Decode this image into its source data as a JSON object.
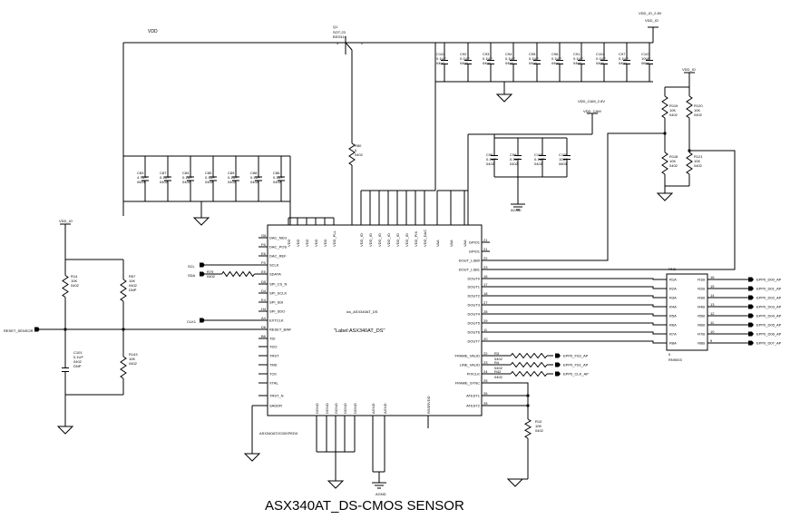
{
  "title": "ASX340AT_DS-CMOS SENSOR",
  "nets": {
    "vdd": "VDD",
    "vdd_io": "VDD_IO",
    "vdd_io_28": "VDD_IO_2.8V",
    "vdd_cam_28": "VDD_CAM_2.8V",
    "vdd_cam": "VDD_CAM",
    "agnd": "AGND",
    "scl": "SCL",
    "sda": "SDA",
    "clk1": "CLK1",
    "reset_sensor": "RESET_SENSOR"
  },
  "transistor": {
    "ref": "Q1",
    "part": "SOT-23",
    "desc": "BSS314",
    "pin3": "3",
    "pin2": "2"
  },
  "top_caps": [
    {
      "ref": "C102",
      "val": "0.1UF",
      "pkg": "0402"
    },
    {
      "ref": "C92",
      "val": "0.1UF",
      "pkg": "0402"
    },
    {
      "ref": "C93",
      "val": "0.1UF",
      "pkg": "0402"
    },
    {
      "ref": "C94",
      "val": "0.1UF",
      "pkg": "0402"
    },
    {
      "ref": "C95",
      "val": "0.1UF",
      "pkg": "0402"
    },
    {
      "ref": "C96",
      "val": "0.1UF",
      "pkg": "0402"
    },
    {
      "ref": "C91",
      "val": "0.1UF",
      "pkg": "0402"
    },
    {
      "ref": "C104",
      "val": "0.1UF",
      "pkg": "0402"
    },
    {
      "ref": "C97",
      "val": "0.1UF",
      "pkg": "0402"
    },
    {
      "ref": "C103",
      "val": "10UF",
      "pkg": "0603"
    }
  ],
  "vdd_caps": [
    {
      "ref": "C83",
      "val": "4.7UF",
      "pkg": "0603"
    },
    {
      "ref": "C87",
      "val": "0.1UF",
      "pkg": "0402"
    },
    {
      "ref": "C84",
      "val": "0.1UF",
      "pkg": "0402"
    },
    {
      "ref": "C85",
      "val": "0.1UF",
      "pkg": "0402"
    },
    {
      "ref": "C89",
      "val": "0.1UF",
      "pkg": "0402"
    },
    {
      "ref": "C88",
      "val": "0.1UF",
      "pkg": "0402"
    },
    {
      "ref": "C86",
      "val": "0.1UF",
      "pkg": "0402"
    }
  ],
  "cam_caps": [
    {
      "ref": "C98",
      "val": "0.1UF",
      "pkg": "0402"
    },
    {
      "ref": "C99",
      "val": "0.1UF",
      "pkg": "0402"
    },
    {
      "ref": "C100",
      "val": "0.1UF",
      "pkg": "0402"
    },
    {
      "ref": "C105",
      "val": "10UF",
      "pkg": "0603"
    }
  ],
  "pullups": [
    {
      "ref": "R119",
      "val": "10K",
      "pkg": "0402"
    },
    {
      "ref": "R120",
      "val": "10K",
      "pkg": "0402"
    },
    {
      "ref": "R118",
      "val": "10K",
      "pkg": "0402"
    },
    {
      "ref": "R121",
      "val": "10K",
      "pkg": "0402"
    }
  ],
  "resistors": {
    "r80": {
      "ref": "R80",
      "val": "0",
      "pkg": "0402"
    },
    "r14": {
      "ref": "R14",
      "val": "10K",
      "pkg": "0402"
    },
    "r57": {
      "ref": "R57",
      "val": "10K",
      "pkg": "0402",
      "note": "DNP"
    },
    "r143": {
      "ref": "R143",
      "val": "10K",
      "pkg": "0402"
    },
    "r10": {
      "ref": "R10",
      "val": "10K",
      "pkg": "0402"
    },
    "r79": {
      "ref": "R79",
      "val": "0402"
    }
  },
  "c101": {
    "ref": "C101",
    "val": "0.1UF",
    "pkg": "0402",
    "note": "DNP"
  },
  "ic": {
    "ref": "ics_ASX340AT_DS",
    "label": "\"Label:ASX340AT_DS\"",
    "part": "ASX340AT2C00XPED0",
    "top_pins": [
      "VDD",
      "VDD",
      "VDD",
      "VDD",
      "VDD",
      "VDD_PLL",
      "VDD_IO",
      "VDD_IO",
      "VDD_IO",
      "VDD_IO",
      "VDD_IO",
      "VDD_IO",
      "VDD_PIX",
      "VDD_DAC",
      "VAA",
      "VAA",
      "VAA"
    ],
    "left_pins": [
      {
        "num": "G6",
        "name": "DAC_NEG"
      },
      {
        "num": "F6",
        "name": "DAC_POS"
      },
      {
        "num": "E6",
        "name": "DAC_REF"
      },
      {
        "num": "F5",
        "name": "SCLK"
      },
      {
        "num": "E5",
        "name": "SDATA"
      },
      {
        "num": "D5",
        "name": "SPI_CS_N"
      },
      {
        "num": "D4",
        "name": "SPI_SCLK"
      },
      {
        "num": "E4",
        "name": "SPI_SDI"
      },
      {
        "num": "H4",
        "name": "SPI_SDO"
      },
      {
        "num": "A4",
        "name": "EXTCLK"
      },
      {
        "num": "D6",
        "name": "RESET_BAR"
      },
      {
        "num": "B6",
        "name": "TDI"
      },
      {
        "num": "",
        "name": "TDO"
      },
      {
        "num": "",
        "name": "TRST"
      },
      {
        "num": "",
        "name": "TMS"
      },
      {
        "num": "",
        "name": "TCK"
      },
      {
        "num": "",
        "name": "XTAL"
      },
      {
        "num": "",
        "name": "TRST_N"
      },
      {
        "num": "",
        "name": "SADDR"
      }
    ],
    "right_pins": [
      {
        "name": "GPIO1",
        "num": "21"
      },
      {
        "name": "GPIO1",
        "num": "21"
      },
      {
        "name": "DOUT_LSB0",
        "num": "22"
      },
      {
        "name": "DOUT_LSB1",
        "num": "23"
      },
      {
        "name": "DOUT0",
        "num": "16"
      },
      {
        "name": "DOUT1",
        "num": "17"
      },
      {
        "name": "DOUT2",
        "num": "18"
      },
      {
        "name": "DOUT3",
        "num": "27"
      },
      {
        "name": "DOUT4",
        "num": "28"
      },
      {
        "name": "DOUT5",
        "num": "29"
      },
      {
        "name": "DOUT6",
        "num": "11"
      },
      {
        "name": "DOUT7",
        "num": "20"
      },
      {
        "name": "FRAME_VALID",
        "num": "22"
      },
      {
        "name": "LINE_VALID",
        "num": "23"
      },
      {
        "name": "PIXCLK",
        "num": "24"
      },
      {
        "name": "FRAME_SYNC",
        "num": "25"
      },
      {
        "name": "ATEST1",
        "num": "26"
      },
      {
        "name": "ATEST2",
        "num": "28"
      }
    ],
    "bottom_pins": [
      "DGND",
      "DGND",
      "DGND",
      "DGND",
      "DGND",
      "AGND",
      "AGND",
      "RSSRVDD"
    ]
  },
  "rn": {
    "ref": "RN3",
    "part": "RN9003",
    "left": [
      "R1A",
      "R2A",
      "R3A",
      "R4A",
      "R5A",
      "R6A",
      "R7A",
      "R8A"
    ],
    "right": [
      "R1B",
      "R2B",
      "R3B",
      "R4B",
      "R5B",
      "R6B",
      "R7B",
      "R8B"
    ],
    "zero": "0"
  },
  "outputs": [
    "EPP0_D00_AP",
    "EPP0_D01_AP",
    "EPP0_D02_AP",
    "EPP0_D03_AP",
    "EPP0_D04_AP",
    "EPP0_D05_AP",
    "EPP0_D06_AP",
    "EPP0_D07_AP"
  ],
  "sync_outputs": [
    {
      "ref": "R3",
      "val": "0402",
      "net": "EPP0_FS2_AP"
    },
    {
      "ref": "R4",
      "val": "0402",
      "net": "EPP0_FS1_AP"
    },
    {
      "ref": "R42",
      "val": "0402",
      "net": "EPP0_CLK_AP"
    }
  ]
}
